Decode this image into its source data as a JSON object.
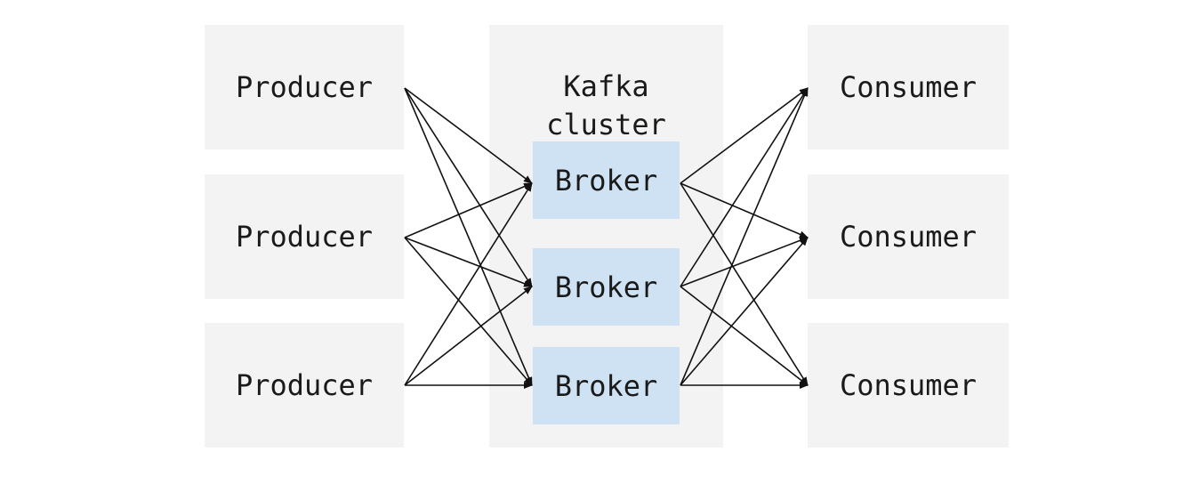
{
  "producers": [
    {
      "label": "Producer"
    },
    {
      "label": "Producer"
    },
    {
      "label": "Producer"
    }
  ],
  "cluster": {
    "title_line1": "Kafka",
    "title_line2": "cluster",
    "brokers": [
      {
        "label": "Broker"
      },
      {
        "label": "Broker"
      },
      {
        "label": "Broker"
      }
    ]
  },
  "consumers": [
    {
      "label": "Consumer"
    },
    {
      "label": "Consumer"
    },
    {
      "label": "Consumer"
    }
  ],
  "connections": {
    "producer_to_broker": "all-to-all",
    "broker_to_consumer": "all-to-all"
  },
  "colors": {
    "node_background": "#f3f3f3",
    "broker_background": "#cfe2f3",
    "arrow": "#111111",
    "text": "#1a1a1a"
  }
}
